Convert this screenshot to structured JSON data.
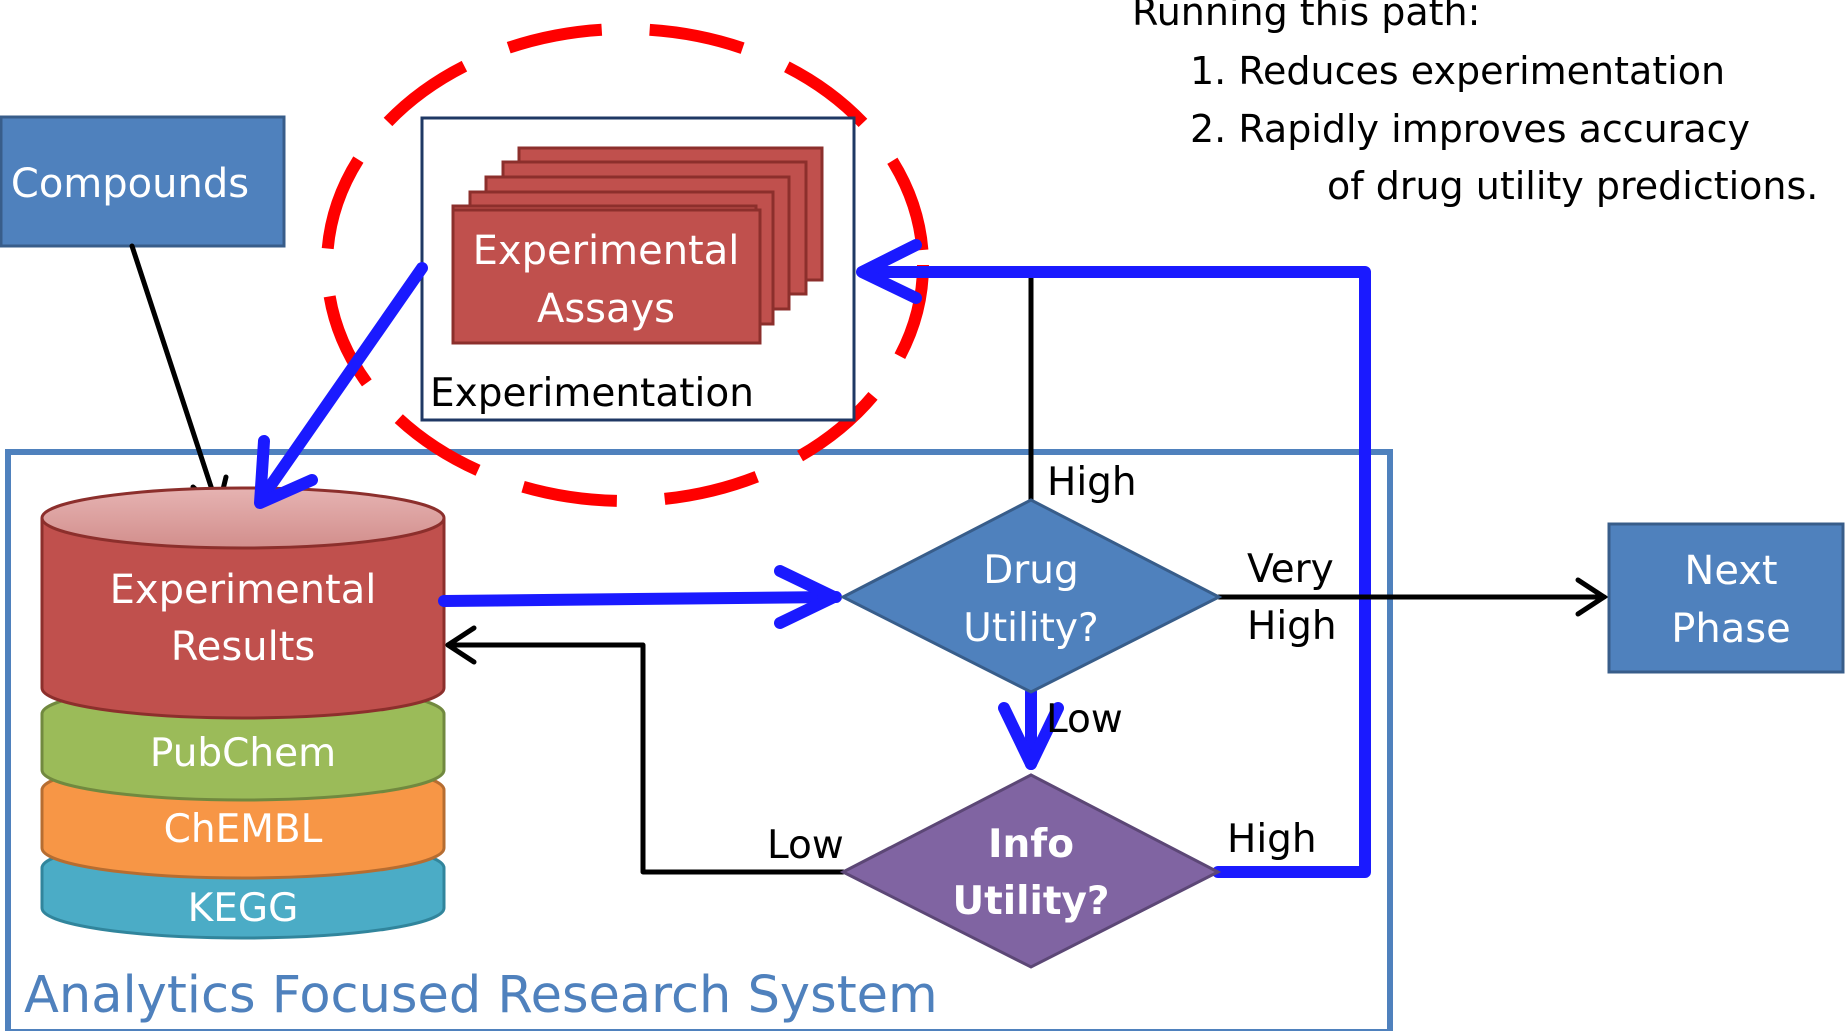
{
  "note": {
    "heading": "Running this path:",
    "item1": "1.  Reduces experimentation",
    "item2": "2.  Rapidly improves accuracy",
    "item2_cont": "of drug utility predictions."
  },
  "compounds": {
    "label": "Compounds"
  },
  "experimentation": {
    "assays_line1": "Experimental",
    "assays_line2": "Assays",
    "label": "Experimentation"
  },
  "database": {
    "results_line1": "Experimental",
    "results_line2": "Results",
    "pubchem": "PubChem",
    "chembl": "ChEMBL",
    "kegg": "KEGG"
  },
  "drug_utility": {
    "line1": "Drug",
    "line2": "Utility?"
  },
  "info_utility": {
    "line1": "Info",
    "line2": "Utility?"
  },
  "next_phase": {
    "line1": "Next",
    "line2": "Phase"
  },
  "edge_labels": {
    "high_top": "High",
    "very": "Very",
    "very_high": "High",
    "low_drug": "Low",
    "low_info": "Low",
    "high_info": "High"
  },
  "system": {
    "label": "Analytics Focused Research System"
  },
  "colors": {
    "blue_box": "#4f81bd",
    "blue_box_border": "#385d8a",
    "red": "#c0504d",
    "red_light": "#d99694",
    "green": "#9bbb59",
    "orange": "#f79646",
    "teal": "#4bacc6",
    "purple": "#8064a2",
    "flow_blue": "#1a1aff",
    "dash_red": "#ff0000"
  }
}
